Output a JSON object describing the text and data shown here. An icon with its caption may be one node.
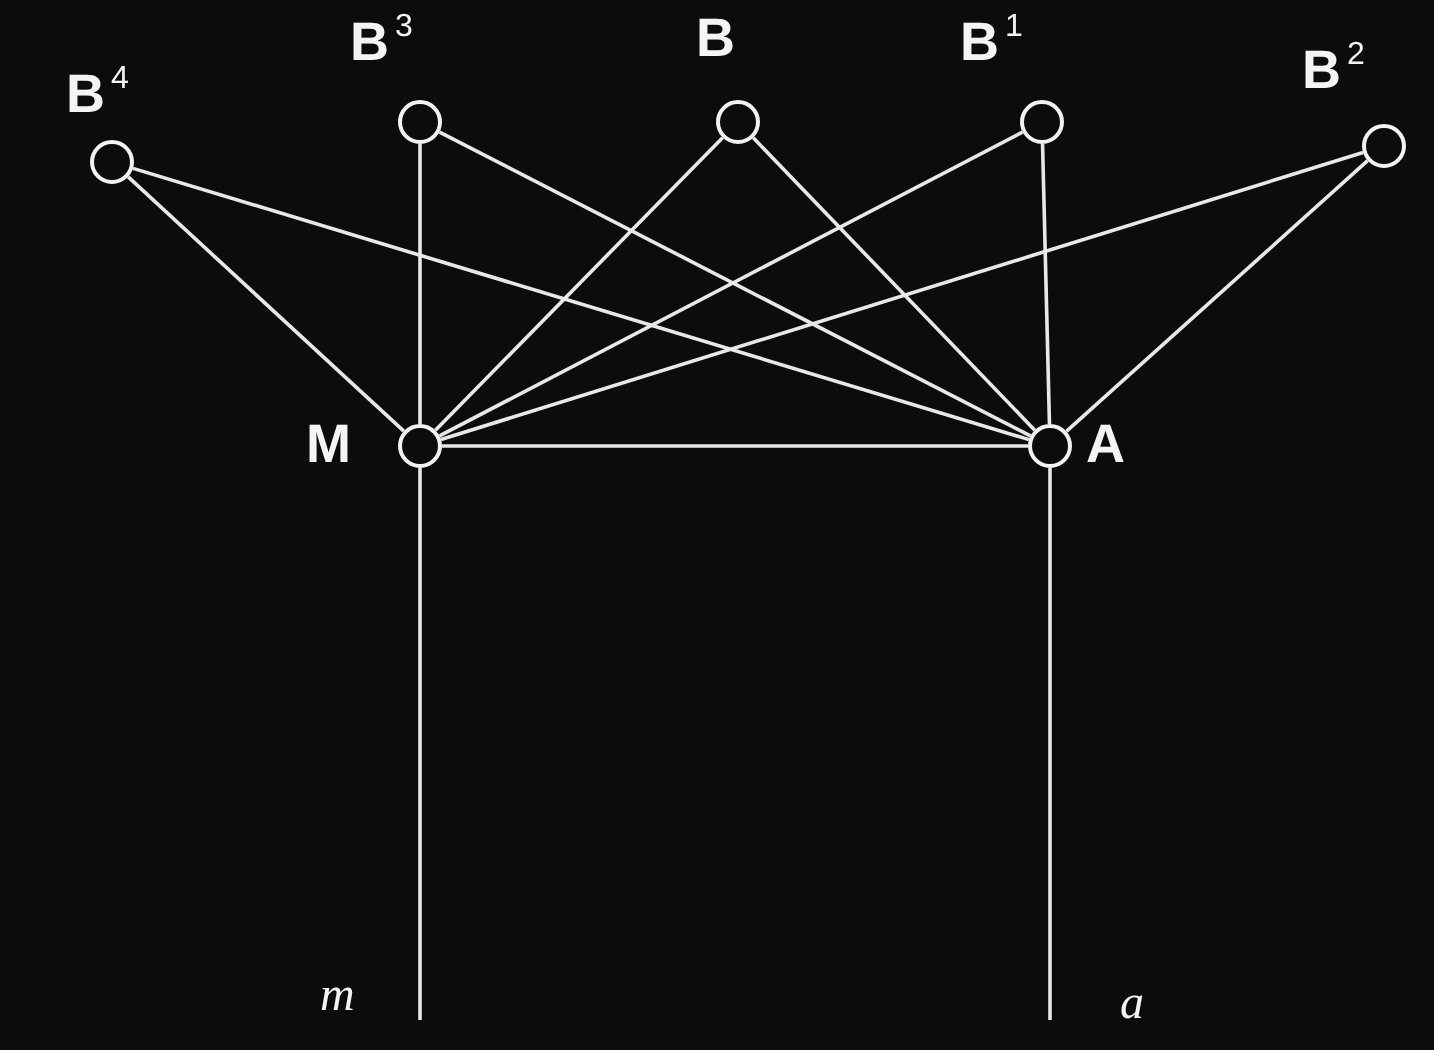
{
  "diagram": {
    "nodes": [
      {
        "text": [
          "B$^{4}$"
        ]
      },
      {
        "text": [
          "B$^{3}$"
        ]
      },
      {
        "text": [
          "B"
        ]
      },
      {
        "text": [
          "B$^{1}$"
        ]
      },
      {
        "text": [
          "B$^{2}$"
        ]
      },
      {
        "text": [
          "M"
        ]
      },
      {
        "text": [
          "A"
        ]
      }
    ],
    "edges": [
      {
        "from": 0,
        "to": 5,
        "arrow": "none"
      },
      {
        "from": 0,
        "to": 6,
        "arrow": "none"
      },
      {
        "from": 1,
        "to": 5,
        "arrow": "none"
      },
      {
        "from": 1,
        "to": 6,
        "arrow": "none"
      },
      {
        "from": 2,
        "to": 5,
        "arrow": "none"
      },
      {
        "from": 2,
        "to": 6,
        "arrow": "none"
      },
      {
        "from": 3,
        "to": 5,
        "arrow": "none"
      },
      {
        "from": 3,
        "to": 6,
        "arrow": "none"
      },
      {
        "from": 4,
        "to": 5,
        "arrow": "none"
      },
      {
        "from": 4,
        "to": 6,
        "arrow": "none"
      },
      {
        "from": 5,
        "to": 6,
        "arrow": "none"
      },
      {
        "from": 5,
        "to": null,
        "arrow": "none"
      },
      {
        "from": 6,
        "to": null,
        "arrow": "none"
      }
    ],
    "labels": [
      "m",
      "a"
    ]
  }
}
